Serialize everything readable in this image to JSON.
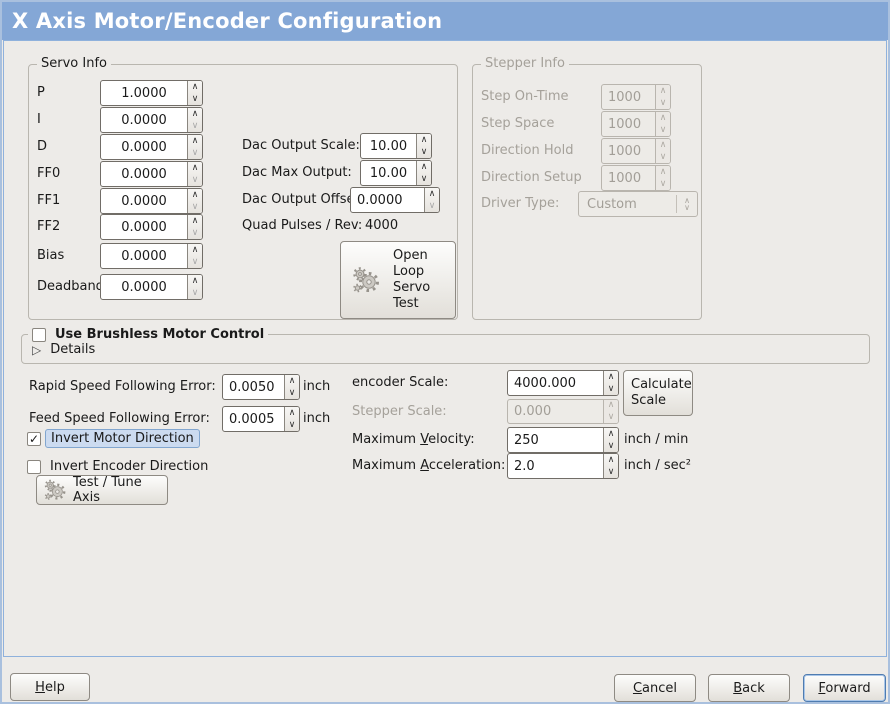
{
  "title": "X Axis Motor/Encoder Configuration",
  "icons": {
    "spin_up": "∧",
    "spin_down": "∨",
    "combo_up": "∧",
    "combo_down": "∨",
    "expander": "▷",
    "check": "✓"
  },
  "colors": {
    "titlebar": "#84a7d6",
    "panel": "#edebe8",
    "focus_ring": "#4f7cb0",
    "selection_highlight": "#ccdbf0"
  },
  "servo_info": {
    "legend": "Servo Info",
    "fields": [
      {
        "label": "P",
        "value": "1.0000"
      },
      {
        "label": "I",
        "value": "0.0000"
      },
      {
        "label": "D",
        "value": "0.0000"
      },
      {
        "label": "FF0",
        "value": "0.0000"
      },
      {
        "label": "FF1",
        "value": "0.0000"
      },
      {
        "label": "FF2",
        "value": "0.0000"
      },
      {
        "label": "Bias",
        "value": "0.0000"
      },
      {
        "label": "Deadband",
        "value": "0.0000"
      }
    ],
    "dac_fields": [
      {
        "label": "Dac Output Scale:",
        "value": "10.00"
      },
      {
        "label": "Dac Max Output:",
        "value": "10.00"
      },
      {
        "label": "Dac Output Offset:",
        "value": "0.0000"
      }
    ],
    "quad_label": "Quad Pulses / Rev:",
    "quad_value": "4000",
    "open_loop_button": "Open\nLoop\nServo\nTest"
  },
  "stepper_info": {
    "legend": "Stepper Info",
    "fields": [
      {
        "label": "Step On-Time",
        "value": "1000"
      },
      {
        "label": "Step Space",
        "value": "1000"
      },
      {
        "label": "Direction Hold",
        "value": "1000"
      },
      {
        "label": "Direction Setup",
        "value": "1000"
      }
    ],
    "driver_type_label": "Driver Type:",
    "driver_type_value": "Custom"
  },
  "brushless": {
    "checkbox_label": "Use Brushless Motor Control",
    "details_label": "Details"
  },
  "following_error": {
    "rapid_label": "Rapid Speed Following Error:",
    "rapid_value": "0.0050",
    "rapid_unit": "inch",
    "feed_label": "Feed Speed Following Error:",
    "feed_value": "0.0005",
    "feed_unit": "inch"
  },
  "scaling": {
    "encoder_label": "encoder Scale:",
    "encoder_value": "4000.000",
    "calculate_button": "Calculate\nScale",
    "stepper_label": "Stepper Scale:",
    "stepper_value": "0.000",
    "velocity_label": {
      "pre": "Maximum ",
      "m": "V",
      "post": "elocity:"
    },
    "velocity_value": "250",
    "velocity_unit": "inch / min",
    "acceleration_label": {
      "pre": "Maximum ",
      "m": "A",
      "post": "cceleration:"
    },
    "acceleration_value": "2.0",
    "acceleration_unit": "inch / sec²"
  },
  "direction": {
    "invert_motor_label": "Invert Motor Direction",
    "invert_encoder_label": "Invert Encoder Direction",
    "test_tune_button": "Test / Tune Axis"
  },
  "footer": {
    "help": {
      "pre": "",
      "m": "H",
      "post": "elp"
    },
    "cancel": {
      "pre": "",
      "m": "C",
      "post": "ancel"
    },
    "back": {
      "pre": "",
      "m": "B",
      "post": "ack"
    },
    "forward": {
      "pre": "",
      "m": "F",
      "post": "orward"
    }
  }
}
